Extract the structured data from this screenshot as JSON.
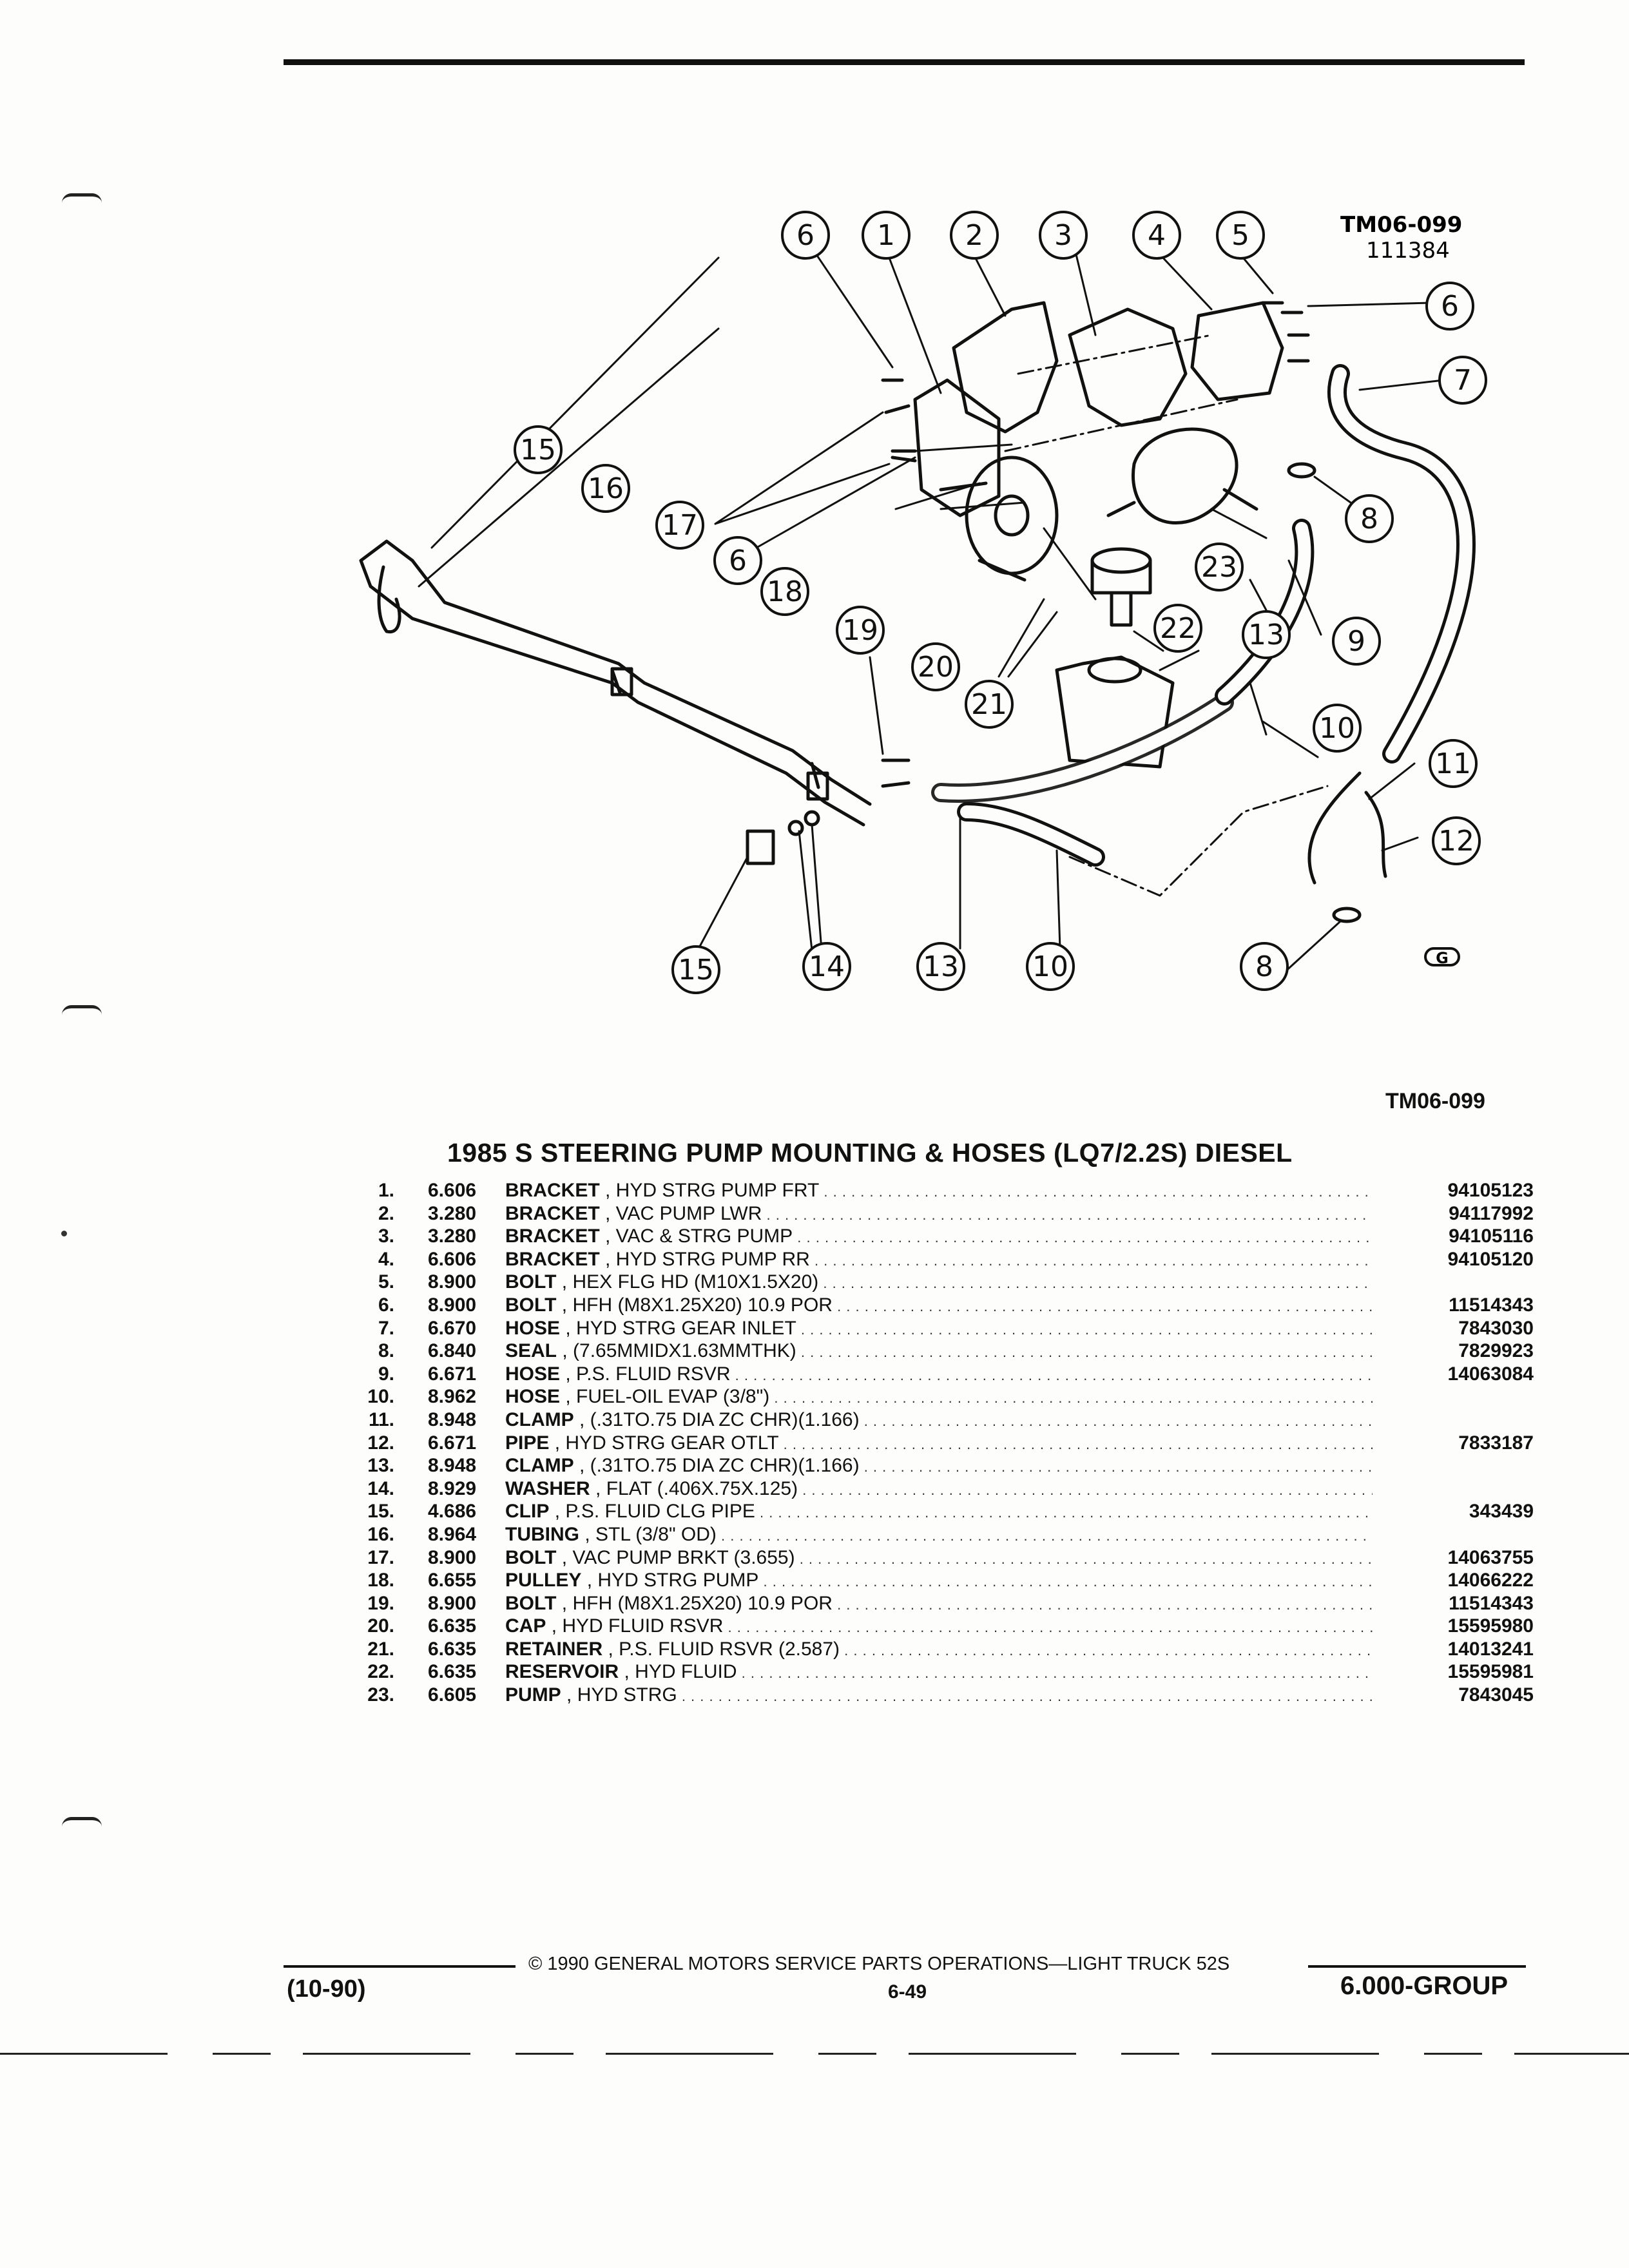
{
  "figure": {
    "id_label": "TM06-099",
    "serial": "111384",
    "callouts": [
      "1",
      "2",
      "3",
      "4",
      "5",
      "6",
      "7",
      "8",
      "9",
      "10",
      "11",
      "12",
      "13",
      "14",
      "15",
      "16",
      "17",
      "18",
      "19",
      "20",
      "21",
      "22",
      "23"
    ],
    "corner_mark": "G",
    "caption_id": "TM06-099"
  },
  "table": {
    "title": "1985 S STEERING PUMP MOUNTING & HOSES (LQ7/2.2S) DIESEL",
    "rows": [
      {
        "num": "1.",
        "code": "6.606",
        "name": "BRACKET",
        "spec": ", HYD STRG PUMP FRT",
        "pn": "94105123"
      },
      {
        "num": "2.",
        "code": "3.280",
        "name": "BRACKET",
        "spec": ", VAC PUMP LWR",
        "pn": "94117992"
      },
      {
        "num": "3.",
        "code": "3.280",
        "name": "BRACKET",
        "spec": ", VAC & STRG PUMP",
        "pn": "94105116"
      },
      {
        "num": "4.",
        "code": "6.606",
        "name": "BRACKET",
        "spec": ", HYD STRG PUMP RR",
        "pn": "94105120"
      },
      {
        "num": "5.",
        "code": "8.900",
        "name": "BOLT",
        "spec": ", HEX FLG HD (M10X1.5X20)",
        "pn": ""
      },
      {
        "num": "6.",
        "code": "8.900",
        "name": "BOLT",
        "spec": ", HFH (M8X1.25X20) 10.9 POR",
        "pn": "11514343"
      },
      {
        "num": "7.",
        "code": "6.670",
        "name": "HOSE",
        "spec": ", HYD STRG GEAR INLET",
        "pn": "7843030"
      },
      {
        "num": "8.",
        "code": "6.840",
        "name": "SEAL",
        "spec": ", (7.65MMIDX1.63MMTHK)",
        "pn": "7829923"
      },
      {
        "num": "9.",
        "code": "6.671",
        "name": "HOSE",
        "spec": ", P.S. FLUID RSVR",
        "pn": "14063084"
      },
      {
        "num": "10.",
        "code": "8.962",
        "name": "HOSE",
        "spec": ", FUEL-OIL EVAP (3/8\")",
        "pn": ""
      },
      {
        "num": "11.",
        "code": "8.948",
        "name": "CLAMP",
        "spec": ", (.31TO.75 DIA ZC CHR)(1.166)",
        "pn": ""
      },
      {
        "num": "12.",
        "code": "6.671",
        "name": "PIPE",
        "spec": ", HYD STRG GEAR OTLT",
        "pn": "7833187"
      },
      {
        "num": "13.",
        "code": "8.948",
        "name": "CLAMP",
        "spec": ", (.31TO.75 DIA ZC CHR)(1.166)",
        "pn": ""
      },
      {
        "num": "14.",
        "code": "8.929",
        "name": "WASHER",
        "spec": ", FLAT (.406X.75X.125)",
        "pn": ""
      },
      {
        "num": "15.",
        "code": "4.686",
        "name": "CLIP",
        "spec": ", P.S. FLUID CLG PIPE",
        "pn": "343439"
      },
      {
        "num": "16.",
        "code": "8.964",
        "name": "TUBING",
        "spec": ", STL (3/8\" OD)",
        "pn": ""
      },
      {
        "num": "17.",
        "code": "8.900",
        "name": "BOLT",
        "spec": ", VAC PUMP BRKT (3.655)",
        "pn": "14063755"
      },
      {
        "num": "18.",
        "code": "6.655",
        "name": "PULLEY",
        "spec": ", HYD STRG PUMP",
        "pn": "14066222"
      },
      {
        "num": "19.",
        "code": "8.900",
        "name": "BOLT",
        "spec": ", HFH (M8X1.25X20) 10.9 POR",
        "pn": "11514343"
      },
      {
        "num": "20.",
        "code": "6.635",
        "name": "CAP",
        "spec": ", HYD FLUID RSVR",
        "pn": "15595980"
      },
      {
        "num": "21.",
        "code": "6.635",
        "name": "RETAINER",
        "spec": ", P.S. FLUID RSVR (2.587)",
        "pn": "14013241"
      },
      {
        "num": "22.",
        "code": "6.635",
        "name": "RESERVOIR",
        "spec": ", HYD FLUID",
        "pn": "15595981"
      },
      {
        "num": "23.",
        "code": "6.605",
        "name": "PUMP",
        "spec": ", HYD STRG",
        "pn": "7843045"
      }
    ]
  },
  "footer": {
    "copyright": "© 1990 GENERAL MOTORS SERVICE PARTS OPERATIONS—LIGHT TRUCK 52S",
    "page": "6-49",
    "date": "(10-90)",
    "group": "6.000-GROUP"
  }
}
